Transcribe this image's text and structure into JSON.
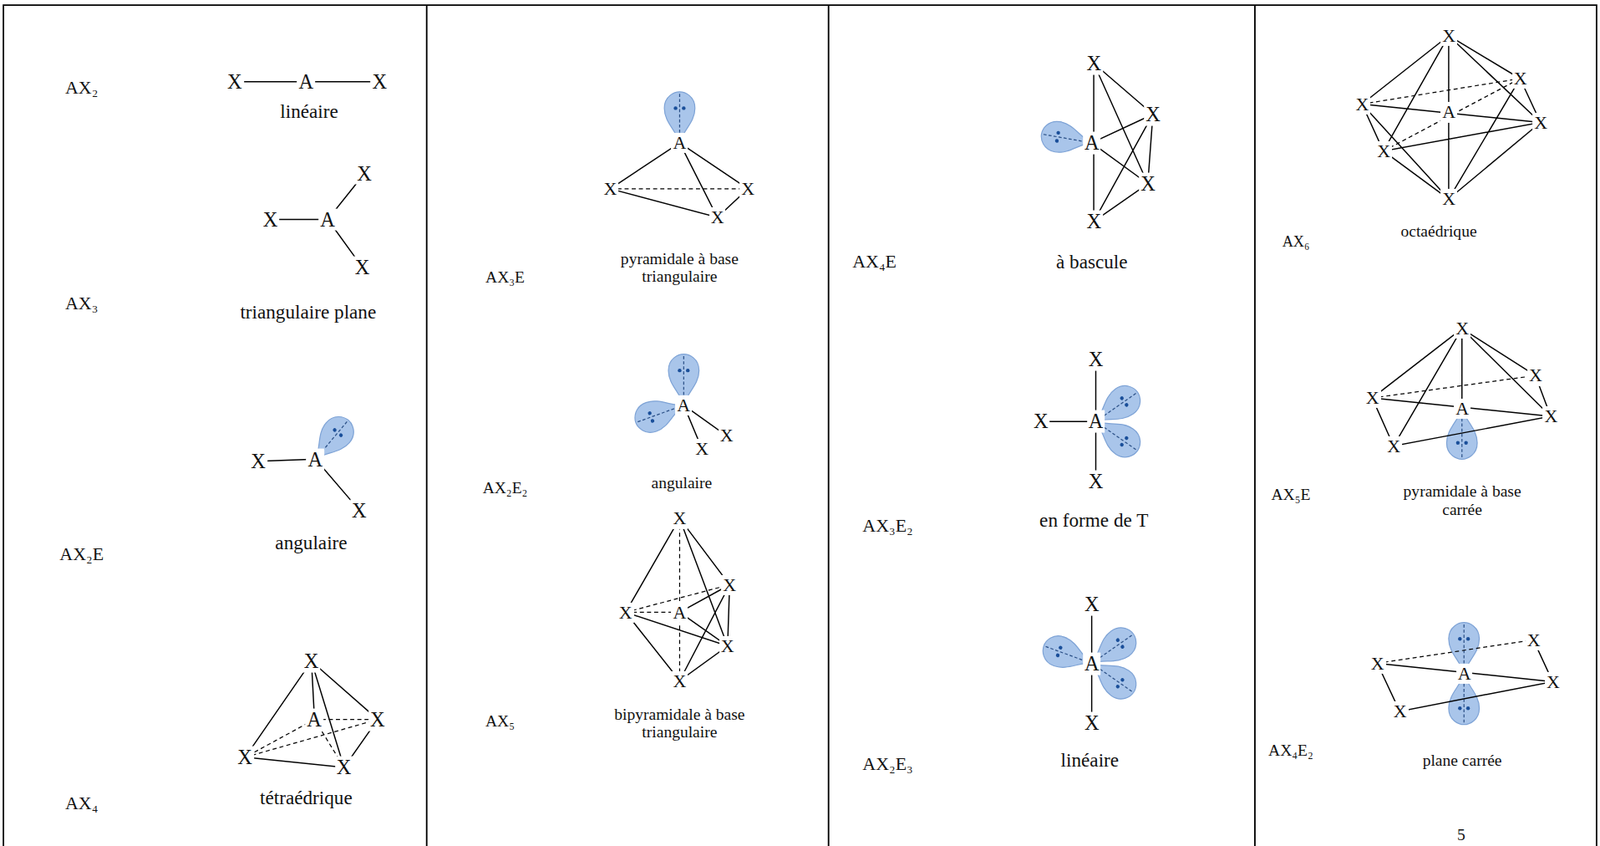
{
  "diagram": {
    "labels": [
      "AX₂",
      "X",
      "A",
      "X",
      "linéaire",
      "X",
      "X",
      "A",
      "X",
      "AX₃",
      "triangulaire plane",
      "A",
      "X",
      "X",
      "angulaire",
      "AX₂E",
      "X",
      "A",
      "X",
      "X",
      "X",
      "tétraédrique",
      "AX₄",
      "A",
      "X",
      "X",
      "X",
      "AX₃E",
      "pyramidale à base triangulaire",
      "A",
      "X",
      "X",
      "angulaire",
      "AX₂E₂",
      "X",
      "X",
      "X",
      "A",
      "X",
      "X",
      "AX₅",
      "bipyramidale à base triangulaire",
      "X",
      "X",
      "A",
      "X",
      "X",
      "AX₄E",
      "à bascule",
      "X",
      "X",
      "A",
      "X",
      "en forme de T",
      "AX₃E₂",
      "X",
      "A",
      "X",
      "linéaire",
      "AX₂E₃",
      "X",
      "X",
      "X",
      "A",
      "X",
      "X",
      "X",
      "octaédrique",
      "AX₆",
      "X",
      "X",
      "X",
      "A",
      "X",
      "X",
      "AX₅E",
      "pyramidale à base carrée",
      "X",
      "X",
      "A",
      "X",
      "X",
      "AX₄E₂",
      "plane carrée",
      "5"
    ]
  }
}
